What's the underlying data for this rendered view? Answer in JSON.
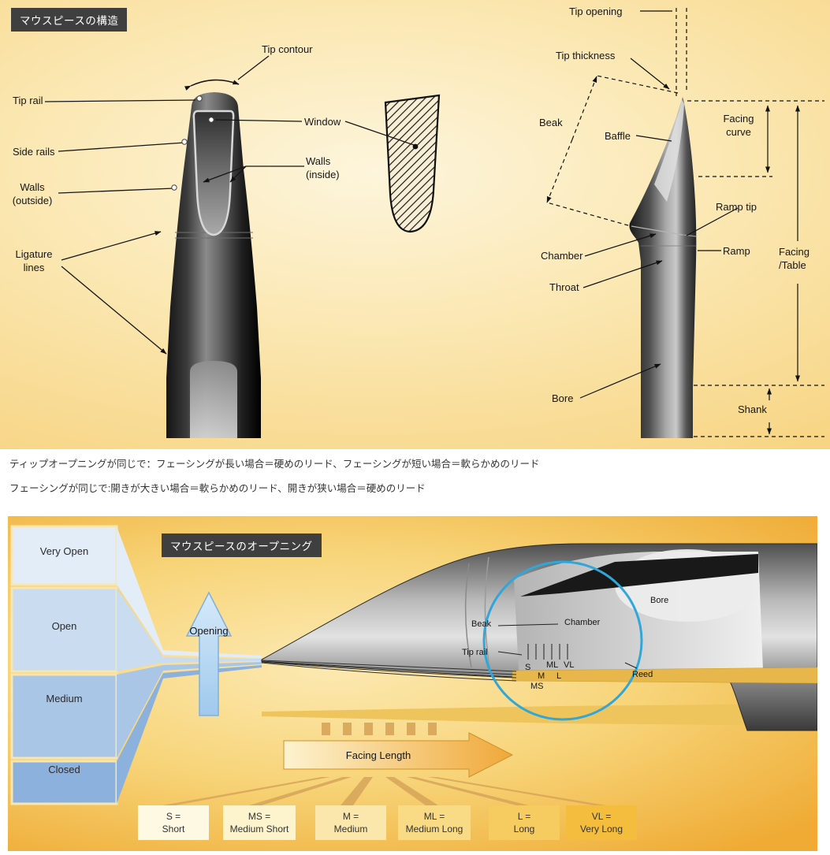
{
  "top": {
    "title": "マウスピースの構造",
    "labels": {
      "tip_contour": "Tip contour",
      "tip_rail": "Tip rail",
      "side_rails": "Side rails",
      "walls_outside": [
        "Walls",
        "(outside)"
      ],
      "ligature_lines": [
        "Ligature",
        "lines"
      ],
      "window": "Window",
      "walls_inside": [
        "Walls",
        "(inside)"
      ],
      "tip_opening": "Tip opening",
      "tip_thickness": "Tip thickness",
      "beak": "Beak",
      "baffle": "Baffle",
      "facing_curve": [
        "Facing",
        "curve"
      ],
      "ramp_tip": "Ramp tip",
      "ramp": "Ramp",
      "chamber": "Chamber",
      "throat": "Throat",
      "facing_table": [
        "Facing",
        "/Table"
      ],
      "bore": "Bore",
      "shank": "Shank"
    }
  },
  "notes": {
    "line1": "ティップオープニングが同じで：フェーシングが長い場合＝硬めのリード、フェーシングが短い場合＝軟らかめのリード",
    "line2": "フェーシングが同じで:開きが大きい場合＝軟らかめのリード、開きが狭い場合＝硬めのリード"
  },
  "bottom": {
    "title": "マウスピースのオープニング",
    "levels": [
      "Very Open",
      "Open",
      "Medium",
      "Closed"
    ],
    "opening": "Opening",
    "facing_length": "Facing Length",
    "inset": {
      "beak": "Beak",
      "tip_rail": "Tip rail",
      "chamber": "Chamber",
      "bore": "Bore",
      "reed": "Reed",
      "marker_s": "S",
      "marker_ms": "MS",
      "marker_m": "M",
      "marker_ml": "ML",
      "marker_l": "L",
      "marker_vl": "VL"
    },
    "legend": [
      {
        "code": "S =",
        "label": "Short"
      },
      {
        "code": "MS =",
        "label": "Medium Short"
      },
      {
        "code": "M =",
        "label": "Medium"
      },
      {
        "code": "ML =",
        "label": "Medium Long"
      },
      {
        "code": "L =",
        "label": "Long"
      },
      {
        "code": "VL =",
        "label": "Very Long"
      }
    ]
  },
  "colors": {
    "badge_background": "#3f3f3f",
    "highlight_circle_blue": "#2fa7d9",
    "reed_gold": "#e7b74b",
    "opening_arrow_blue": "#aed3f0",
    "facing_arrow_orange": "#f0a838"
  }
}
